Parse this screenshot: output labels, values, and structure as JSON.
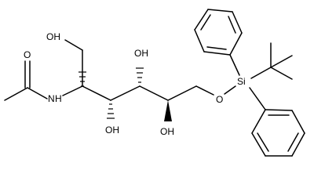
{
  "molecule": {
    "atom_labels": {
      "carbonyl_o": "O",
      "amide_n": "N",
      "amide_h": "H",
      "c1_oh": "OH",
      "c3_oh": "OH",
      "c4_oh_top": "OH",
      "c5_oh": "OH",
      "ether_o": "O",
      "silicon": "Si"
    },
    "colors": {
      "bond": "#000000",
      "text": "#000000",
      "background": "#ffffff"
    }
  }
}
